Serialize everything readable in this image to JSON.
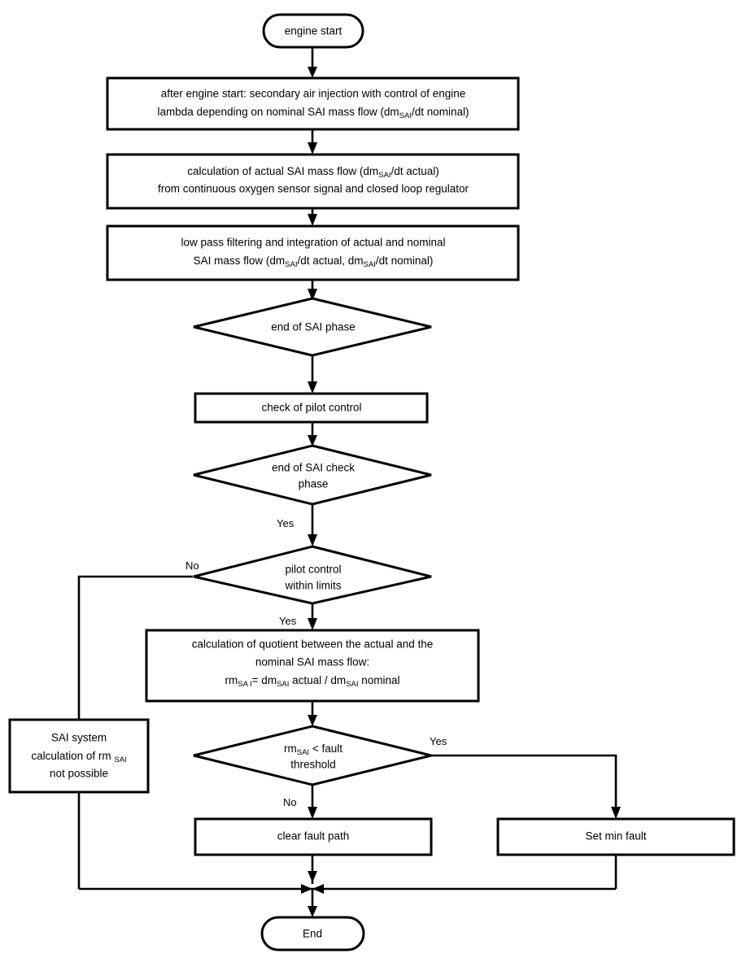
{
  "diagram": {
    "title": "Secondary Air Injection (SAI) diagnostic flowchart",
    "line_color": "#000000",
    "fill_color": "#ffffff",
    "background": "#ffffff"
  },
  "nodes": {
    "start": {
      "type": "terminator",
      "label": "engine start"
    },
    "p1": {
      "type": "process",
      "line1": "after engine start: secondary air injection with control of engine",
      "line2_a": "lambda depending on nominal SAI mass flow (dm",
      "line2_sub": "SAI",
      "line2_b": "/dt nominal)"
    },
    "p2": {
      "type": "process",
      "line1_a": "calculation of actual SAI mass flow (dm",
      "line1_sub": "SAI",
      "line1_b": "/dt actual)",
      "line2": "from continuous oxygen sensor  signal and closed loop regulator"
    },
    "p3": {
      "type": "process",
      "line1": "low pass filtering and integration of actual and nominal",
      "line2_a": "SAI mass flow (dm",
      "line2_sub1": "SAI",
      "line2_b": "/dt actual, dm",
      "line2_sub2": "SAI",
      "line2_c": "/dt nominal)"
    },
    "d1": {
      "type": "decision",
      "label": "end of SAI phase"
    },
    "p4": {
      "type": "process",
      "label": "check of pilot control"
    },
    "d2": {
      "type": "decision",
      "line1": "end of SAI check",
      "line2": "phase"
    },
    "d3": {
      "type": "decision",
      "line1": "pilot control",
      "line2": "within limits"
    },
    "p5": {
      "type": "process",
      "line1": "calculation of quotient between the actual and the",
      "line2": "nominal SAI mass flow:",
      "line3_a": "rm",
      "line3_sub1": "SA I",
      "line3_b": "= dm",
      "line3_sub2": "SAI",
      "line3_c": " actual / dm",
      "line3_sub3": "SAI",
      "line3_d": " nominal"
    },
    "fail": {
      "type": "process",
      "line1": "SAI system",
      "line2_a": "calculation of rm ",
      "line2_sub": "SAI",
      "line3": "not possible"
    },
    "d4": {
      "type": "decision",
      "line1_a": "rm",
      "line1_sub": "SAI",
      "line1_b": " < fault",
      "line2": "threshold"
    },
    "p6": {
      "type": "process",
      "label": "clear fault path"
    },
    "p7": {
      "type": "process",
      "label": "Set min fault"
    },
    "end": {
      "type": "terminator",
      "label": "End"
    }
  },
  "edge_labels": {
    "d2_yes": "Yes",
    "d3_no": "No",
    "d3_yes": "Yes",
    "d4_yes": "Yes",
    "d4_no": "No"
  }
}
